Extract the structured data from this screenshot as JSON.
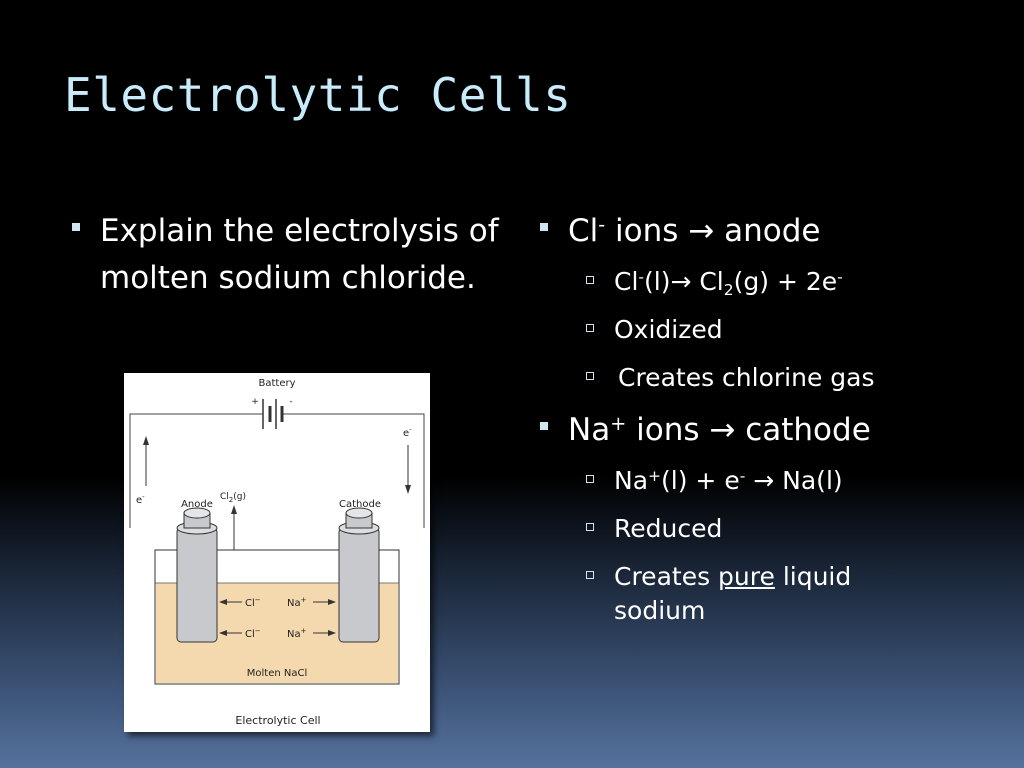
{
  "title": "Electrolytic Cells",
  "left": {
    "bullet": "Explain the electrolysis of molten sodium chloride."
  },
  "right": {
    "cl_heading": {
      "base": "Cl",
      "sup": "-",
      "rest": " ions ",
      "arrow": "→",
      "target": " anode"
    },
    "cl_items": [
      {
        "eq_a": "Cl",
        "eq_a_sup": "-",
        "eq_b": "(l)",
        "arrow": "→",
        "eq_c": " Cl",
        "eq_c_sub": "2",
        "eq_d": "(g) + 2e",
        "eq_d_sup": "-"
      },
      {
        "text": "Oxidized"
      },
      {
        "text": "Creates chlorine gas"
      }
    ],
    "na_heading": {
      "base": "Na",
      "sup": "+",
      "rest": " ions ",
      "arrow": "→",
      "target": " cathode"
    },
    "na_items": [
      {
        "eq_a": "Na",
        "eq_a_sup": "+",
        "eq_b": "(l) + e",
        "eq_b_sup": "-",
        "arrow": " →",
        "eq_c": " Na(l)"
      },
      {
        "text": "Reduced"
      },
      {
        "pre": "Creates ",
        "underlined": "pure",
        "post": " liquid sodium"
      }
    ]
  },
  "figure": {
    "battery": "Battery",
    "plus": "+",
    "minus": "-",
    "electron_left": "e",
    "electron_right": "e",
    "electron_sup": "-",
    "anode": "Anode",
    "cathode": "Cathode",
    "cl2": "Cl",
    "cl2_sub": "2",
    "cl2_state": "(g)",
    "ion_cl": "Cl",
    "ion_cl_sup": "−",
    "ion_na": "Na",
    "ion_na_sup": "+",
    "melt": "Molten NaCl",
    "caption": "Electrolytic Cell"
  }
}
